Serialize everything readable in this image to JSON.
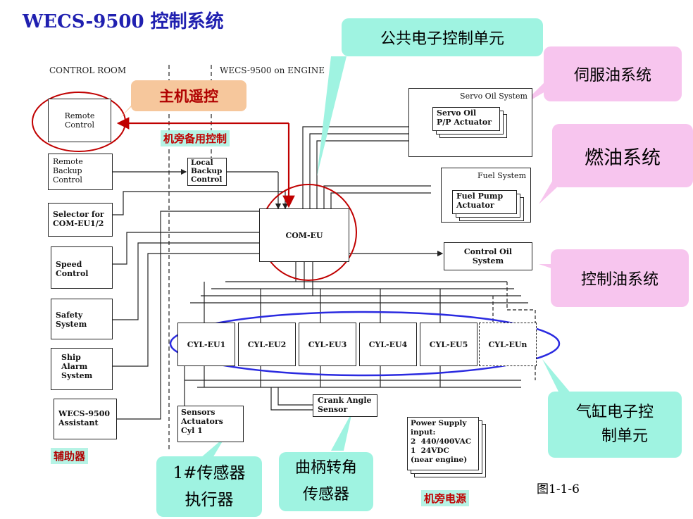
{
  "title": "WECS-9500 控制系统",
  "headers": {
    "left": "CONTROL ROOM",
    "right": "WECS-9500 on ENGINE"
  },
  "left_boxes": {
    "remote_control": "Remote\nControl",
    "remote_backup": "Remote\nBackup\nControl",
    "selector": "Selector for\nCOM-EU1/2",
    "speed": "Speed\nControl",
    "safety": "Safety\nSystem",
    "ship_alarm": "Ship\nAlarm\nSystem",
    "assistant": "WECS-9500\nAssistant"
  },
  "local_backup": "Local\nBackup\nControl",
  "com_eu": "COM-EU",
  "servo": {
    "outer": "Servo Oil System",
    "inner": "Servo Oil\nP/P Actuator"
  },
  "fuel": {
    "outer": "Fuel System",
    "inner": "Fuel Pump\nActuator"
  },
  "control_oil": "Control Oil\nSystem",
  "cyl_units": [
    "CYL-EU1",
    "CYL-EU2",
    "CYL-EU3",
    "CYL-EU4",
    "CYL-EU5",
    "CYL-EUn"
  ],
  "crank": "Crank Angle\nSensor",
  "sensors": "Sensors\nActuators\nCyl 1",
  "power": "Power Supply\ninput:\n2  440/400VAC\n1  24VDC\n(near engine)",
  "callouts": {
    "main_remote": "主机遥控",
    "backup_local": "机旁备用控制",
    "common_unit": "公共电子控制单元",
    "servo": "伺服油系统",
    "fuel": "燃油系统",
    "control_oil": "控制油系统",
    "cyl_unit": "气缸电子控\n    制单元",
    "assistant": "辅助器",
    "sensor1": "1#传感器\n执行器",
    "crank": "曲柄转角\n传感器",
    "power": "机旁电源"
  },
  "figure_label": "图1-1-6",
  "colors": {
    "title": "#2020b0",
    "teal": "#9ff3e1",
    "pink": "#f7c5ee",
    "orange": "#f6c79c",
    "red": "#c00000",
    "blue": "#2a2ae0"
  }
}
